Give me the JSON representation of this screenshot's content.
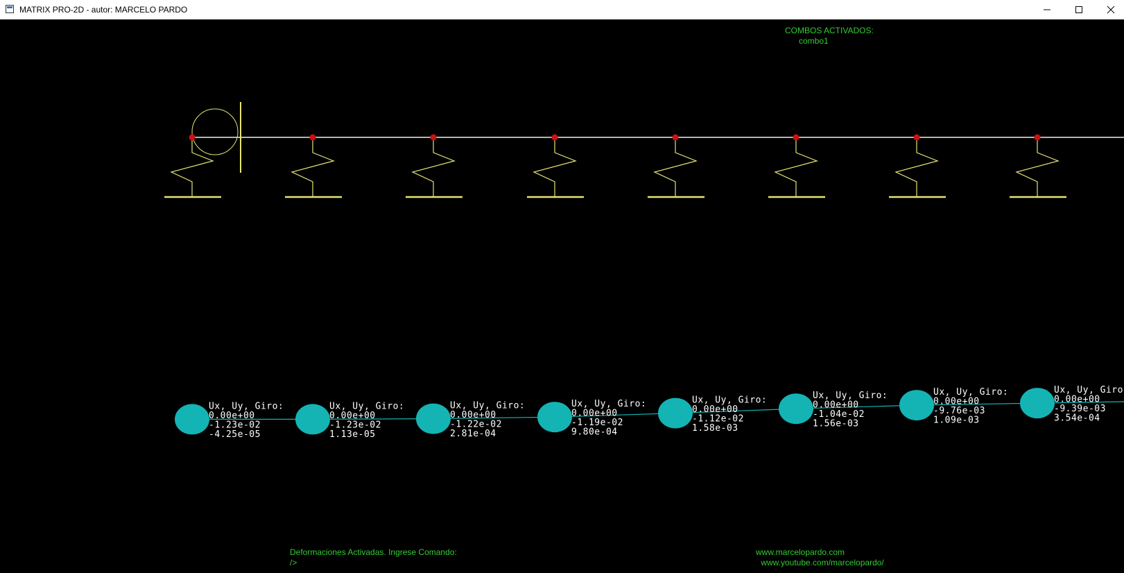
{
  "window": {
    "title": "MATRIX PRO-2D - autor: MARCELO PARDO",
    "controls": {
      "minimize": "minimize-icon",
      "maximize": "maximize-icon",
      "close": "close-icon"
    }
  },
  "combos": {
    "heading": "COMBOS ACTIVADOS:",
    "items": [
      "combo1"
    ]
  },
  "status": {
    "message": "Deformaciones Activadas. Ingrese Comando:",
    "prompt": "/>"
  },
  "links": {
    "website": "www.marcelopardo.com",
    "youtube": " www.youtube.com/marcelopardo/"
  },
  "displacement_header": "Ux, Uy, Giro:",
  "nodes": [
    {
      "ux": "0.00e+00",
      "uy": "-1.23e-02",
      "giro": "-4.25e-05"
    },
    {
      "ux": "0.00e+00",
      "uy": "-1.23e-02",
      "giro": "1.13e-05"
    },
    {
      "ux": "0.00e+00",
      "uy": "-1.22e-02",
      "giro": "2.81e-04"
    },
    {
      "ux": "0.00e+00",
      "uy": "-1.19e-02",
      "giro": "9.80e-04"
    },
    {
      "ux": "0.00e+00",
      "uy": "-1.12e-02",
      "giro": "1.58e-03"
    },
    {
      "ux": "0.00e+00",
      "uy": "-1.04e-02",
      "giro": "1.56e-03"
    },
    {
      "ux": "0.00e+00",
      "uy": "-9.76e-03",
      "giro": "1.09e-03"
    },
    {
      "ux": "0.00e+00",
      "uy": "-9.39e-03",
      "giro": "3.54e-04"
    }
  ],
  "colors": {
    "background": "#000000",
    "beam": "#b4b4b4",
    "support": "#e6e673",
    "node": "#cc1010",
    "deformed": "#14b4b4",
    "label": "#ffffff",
    "overlay_text": "#33cc33"
  }
}
